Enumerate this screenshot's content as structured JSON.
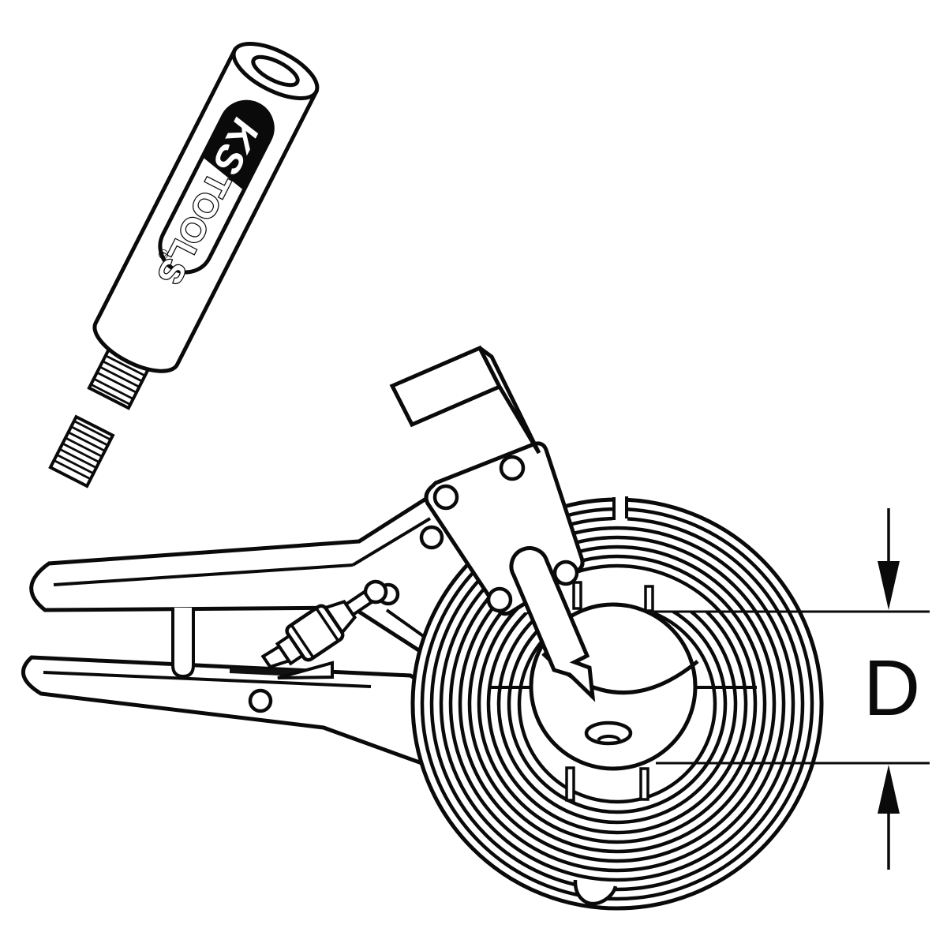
{
  "drawing": {
    "background": "#ffffff",
    "line_color": "#0a0a0a",
    "logo": {
      "ks": "KS",
      "tools": "TOOLS",
      "registered": "®"
    },
    "dimension": {
      "label": "D"
    }
  }
}
